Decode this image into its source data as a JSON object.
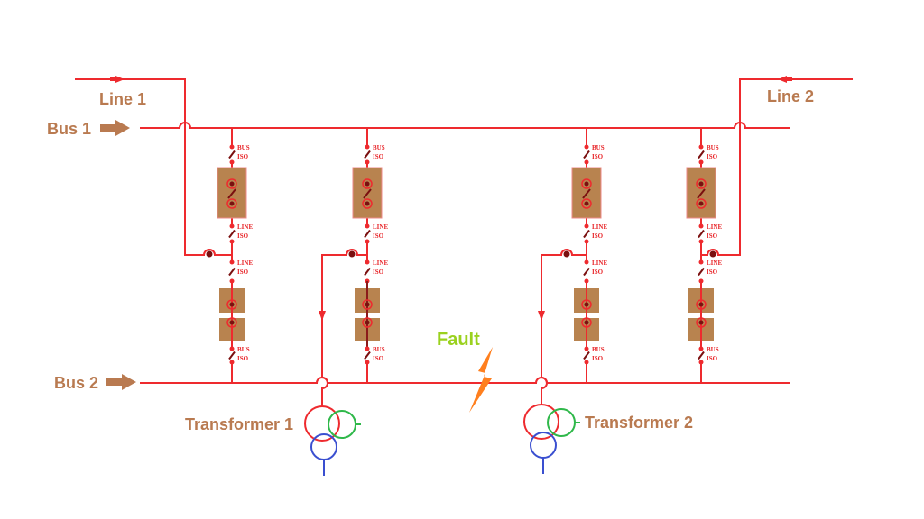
{
  "labels": {
    "line1": "Line 1",
    "line2": "Line 2",
    "bus1": "Bus 1",
    "bus2": "Bus 2",
    "fault": "Fault",
    "transformer1": "Transformer 1",
    "transformer2": "Transformer 2"
  },
  "isolator_labels": {
    "bus_top": "BUS",
    "iso": "ISO",
    "line_top": "LINE"
  },
  "colors": {
    "conductor": "#ee2a2e",
    "breaker": "#b8834f",
    "label": "#b97a50",
    "fault_bolt": "#ff7f1e",
    "fault_text": "#9ad11e",
    "winding_primary": "#ee2a2e",
    "winding_secondary": "#2fb84a",
    "winding_tertiary": "#3a4fd0"
  }
}
